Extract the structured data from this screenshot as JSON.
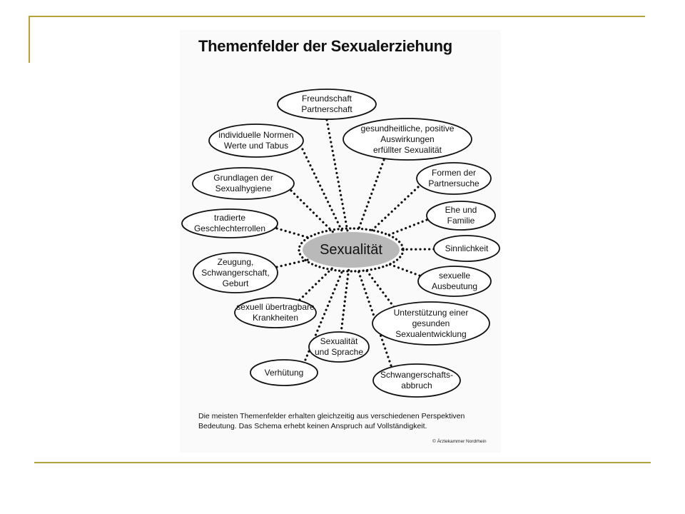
{
  "slide": {
    "accent_color": "#b7a13a",
    "title": "Themenfelder der Sexualerziehung",
    "caption_line1": "Die meisten Themenfelder erhalten gleichzeitig aus verschiedenen Perspektiven",
    "caption_line2": "Bedeutung. Das Schema erhebt keinen Anspruch auf Vollständigkeit.",
    "copyright": "© Ärztekammer Nordrhein"
  },
  "diagram": {
    "center": {
      "label": "Sexualität"
    },
    "nodes": [
      {
        "id": "freundschaft",
        "lines": [
          "Freundschaft",
          "Partnerschaft"
        ]
      },
      {
        "id": "gesundheit",
        "lines": [
          "gesundheitliche, positive",
          "Auswirkungen",
          "erfüllter Sexualität"
        ]
      },
      {
        "id": "normen",
        "lines": [
          "individuelle Normen",
          "Werte und Tabus"
        ]
      },
      {
        "id": "hygiene",
        "lines": [
          "Grundlagen der",
          "Sexualhygiene"
        ]
      },
      {
        "id": "partnersuche",
        "lines": [
          "Formen der",
          "Partnersuche"
        ]
      },
      {
        "id": "familie",
        "lines": [
          "Ehe und",
          "Familie"
        ]
      },
      {
        "id": "rollen",
        "lines": [
          "tradierte",
          "Geschlechterrollen"
        ]
      },
      {
        "id": "sinnlichkeit",
        "lines": [
          "Sinnlichkeit"
        ]
      },
      {
        "id": "zeugung",
        "lines": [
          "Zeugung,",
          "Schwangerschaft,",
          "Geburt"
        ]
      },
      {
        "id": "ausbeutung",
        "lines": [
          "sexuelle",
          "Ausbeutung"
        ]
      },
      {
        "id": "krankheiten",
        "lines": [
          "sexuell übertragbare",
          "Krankheiten"
        ]
      },
      {
        "id": "unterstuetzung",
        "lines": [
          "Unterstützung einer",
          "gesunden",
          "Sexualentwicklung"
        ]
      },
      {
        "id": "sprache",
        "lines": [
          "Sexualität",
          "und Sprache"
        ]
      },
      {
        "id": "verhuetung",
        "lines": [
          "Verhütung"
        ]
      },
      {
        "id": "abbruch",
        "lines": [
          "Schwangerschafts-",
          "abbruch"
        ]
      }
    ]
  }
}
